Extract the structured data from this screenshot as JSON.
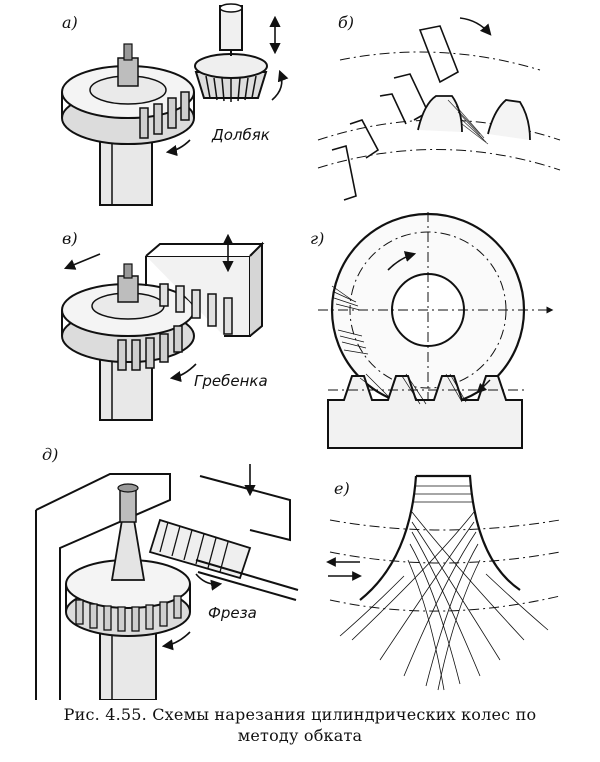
{
  "figure": {
    "panels": {
      "a": {
        "label": "а)",
        "callout": "Долбяк"
      },
      "b": {
        "label": "б)"
      },
      "v": {
        "label": "в)",
        "callout": "Гребенка"
      },
      "g": {
        "label": "г)"
      },
      "d": {
        "label": "д)",
        "callout": "Фреза"
      },
      "e": {
        "label": "е)"
      }
    },
    "caption": {
      "line1": "Рис. 4.55. Схемы нарезания цилиндрических колес по",
      "line2": "методу обката"
    }
  }
}
